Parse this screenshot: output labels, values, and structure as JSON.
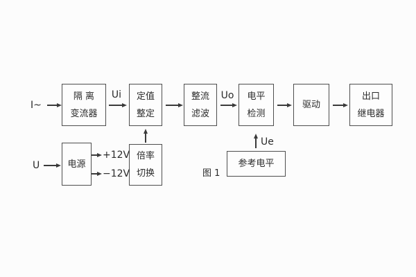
{
  "figure": {
    "caption": "图 1",
    "signals": {
      "i_in": "I~",
      "u_in": "U",
      "ui": "Ui",
      "uo": "Uo",
      "ue": "Ue",
      "p12": "+12V",
      "m12": "−12V"
    },
    "blocks": {
      "iso": {
        "l1": "隔 离",
        "l2": "变流器"
      },
      "set": {
        "l1": "定值",
        "l2": "整定"
      },
      "rec": {
        "l1": "整流",
        "l2": "滤波"
      },
      "lvl": {
        "l1": "电平",
        "l2": "检测"
      },
      "drv": {
        "l1": "驱动"
      },
      "out": {
        "l1": "出口",
        "l2": "继电器"
      },
      "pwr": {
        "l1": "电源"
      },
      "rat": {
        "l1": "倍率",
        "l2": "切换"
      },
      "ref": {
        "l1": "参考电平"
      }
    },
    "colors": {
      "line": "#3a3a3a",
      "box_border": "#4d4d4d",
      "text": "#2b2b2b",
      "background": "#fcfcfc"
    }
  }
}
